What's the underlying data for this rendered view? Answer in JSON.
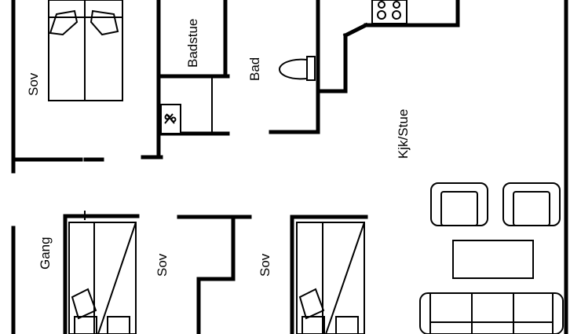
{
  "rooms": {
    "sov_top": "Sov",
    "badstue": "Badstue",
    "bad": "Bad",
    "kjk_stue": "Kjk/Stue",
    "gang": "Gang",
    "sov_middle": "Sov",
    "sov_right": "Sov"
  },
  "icons": {
    "stove": "stove-icon",
    "toilet": "toilet-icon",
    "heater": "sauna-heater-icon",
    "beds": "bed-icon",
    "armchairs": "armchair-icon",
    "table": "coffee-table-icon",
    "sofa": "sofa-icon"
  },
  "colors": {
    "line": "#000000",
    "background": "#ffffff"
  }
}
